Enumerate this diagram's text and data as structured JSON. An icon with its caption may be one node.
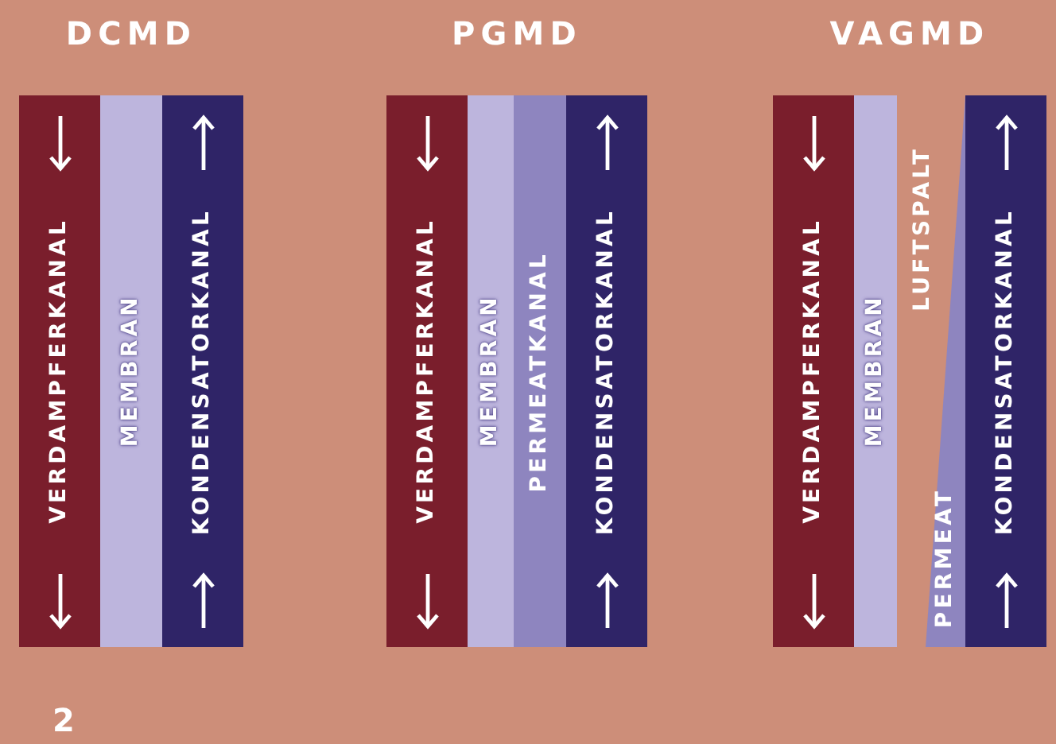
{
  "diagram": {
    "nodes": [
      {
        "text": [
          "VERDAMPFERKANAL"
        ]
      },
      {
        "text": [
          "MEMBRAN"
        ]
      },
      {
        "text": [
          "KONDENSATORKANAL"
        ]
      },
      {
        "text": [
          "VERDAMPFERKANAL"
        ]
      },
      {
        "text": [
          "MEMBRAN"
        ]
      },
      {
        "text": [
          "PERMEATKANAL"
        ]
      },
      {
        "text": [
          "KONDENSATORKANAL"
        ]
      },
      {
        "text": [
          "VERDAMPFERKANAL"
        ]
      },
      {
        "text": [
          "MEMBRAN"
        ]
      },
      {
        "text": [
          "PERMEAT"
        ]
      },
      {
        "text": [
          "KONDENSATORKANAL"
        ]
      }
    ],
    "labels": [
      "DCMD",
      "PGMD",
      "VAGMD",
      "LUFTSPALT",
      "2"
    ]
  }
}
